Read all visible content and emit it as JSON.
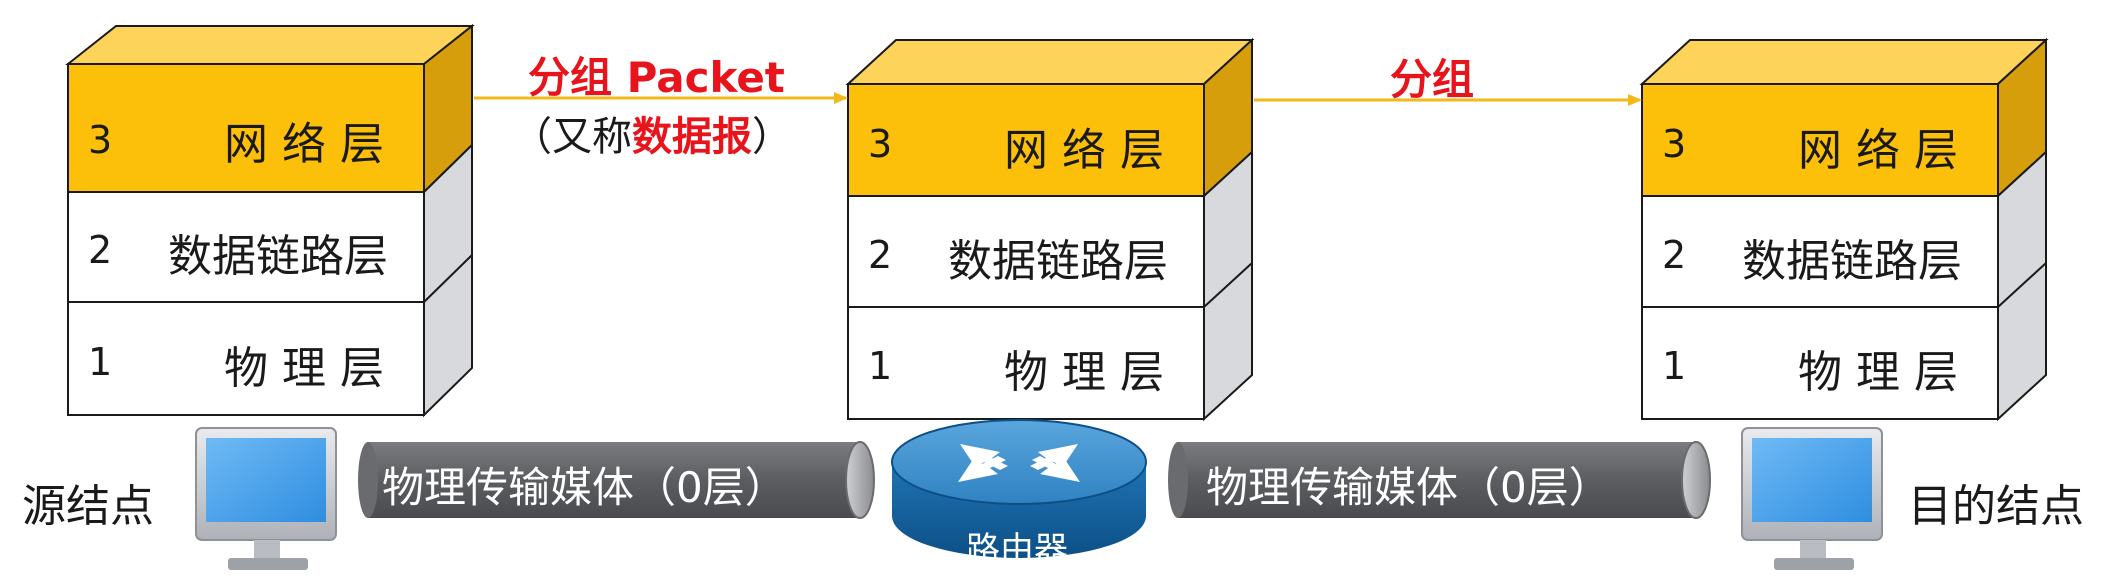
{
  "colors": {
    "network_layer": "#fcbf0a",
    "network_layer_top": "#fdd35a",
    "network_layer_side": "#d69e0a",
    "layer_white": "#ffffff",
    "box_side": "#d7d9dd",
    "box_top": "#fbfbfc",
    "arrow": "#f5b819",
    "emphasis_red": "#e8141c",
    "cable": "#5f6064",
    "router": "#1a6fb0",
    "monitor_screen": "#4aa3f0"
  },
  "stacks": [
    {
      "id": "source",
      "layers": [
        {
          "num": "3",
          "name": "网 络 层"
        },
        {
          "num": "2",
          "name": "数据链路层"
        },
        {
          "num": "1",
          "name": "物 理 层"
        }
      ]
    },
    {
      "id": "router",
      "layers": [
        {
          "num": "3",
          "name": "网 络 层"
        },
        {
          "num": "2",
          "name": "数据链路层"
        },
        {
          "num": "1",
          "name": "物 理 层"
        }
      ]
    },
    {
      "id": "destination",
      "layers": [
        {
          "num": "3",
          "name": "网 络 层"
        },
        {
          "num": "2",
          "name": "数据链路层"
        },
        {
          "num": "1",
          "name": "物 理 层"
        }
      ]
    }
  ],
  "arrow1": {
    "label": "分组 Packet",
    "sub_open": "（又称",
    "sub_emph": "数据报",
    "sub_close": "）"
  },
  "arrow2": {
    "label": "分组"
  },
  "source_node_label": "源结点",
  "dest_node_label": "目的结点",
  "cable_left_label": "物理传输媒体（0层）",
  "cable_right_label": "物理传输媒体（0层）",
  "router_label": "路由器"
}
